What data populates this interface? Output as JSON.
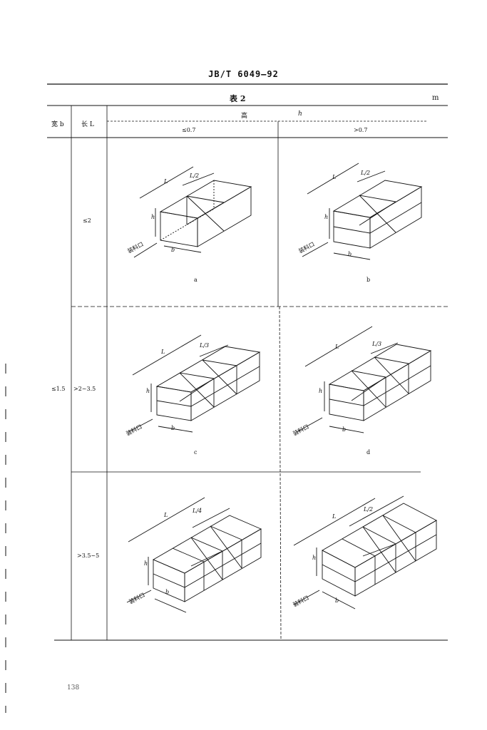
{
  "header": {
    "standard_no": "JB/T 6049—92"
  },
  "table": {
    "title": "表 2",
    "unit": "m",
    "col_width": "宽 b",
    "col_length": "长 L",
    "col_height": "高",
    "col_height_sym": "h",
    "h_low": "≤0.7",
    "h_high": ">0.7",
    "width_value": "≤1.5",
    "rows": [
      {
        "length": "≤2",
        "left_caption": "a",
        "right_caption": "b"
      },
      {
        "length": ">2~3.5",
        "left_caption": "c",
        "right_caption": "d"
      },
      {
        "length": ">3.5~5",
        "left_caption": "",
        "right_caption": ""
      }
    ]
  },
  "figure_labels": {
    "inlet": "装料口",
    "L": "L",
    "L2": "L/2",
    "L3": "L/3",
    "L4": "L/4",
    "b": "b",
    "h": "h"
  },
  "page_mark": "138"
}
